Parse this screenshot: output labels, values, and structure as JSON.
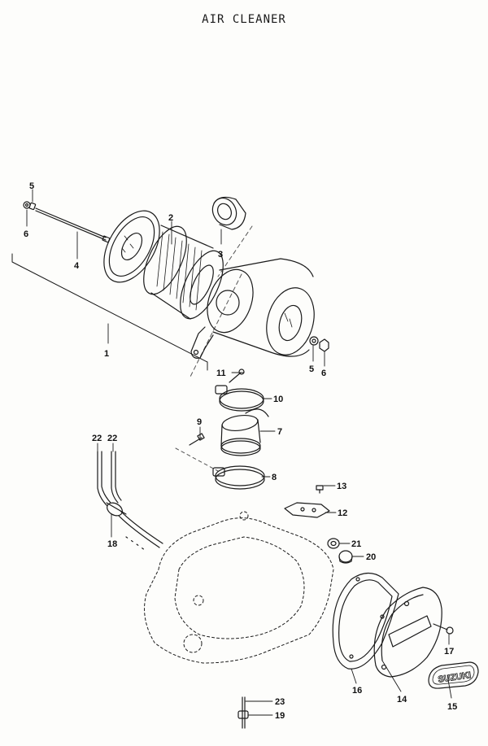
{
  "title": "AIR CLEANER",
  "colors": {
    "line": "#1a1a1a",
    "dash": "#555555",
    "paper": "#fdfdfb"
  },
  "parts": [
    {
      "id": "p1",
      "label": "1"
    },
    {
      "id": "p2",
      "label": "2"
    },
    {
      "id": "p3",
      "label": "3"
    },
    {
      "id": "p4",
      "label": "4"
    },
    {
      "id": "p5a",
      "label": "5"
    },
    {
      "id": "p5b",
      "label": "5"
    },
    {
      "id": "p6a",
      "label": "6"
    },
    {
      "id": "p6b",
      "label": "6"
    },
    {
      "id": "p7",
      "label": "7"
    },
    {
      "id": "p8",
      "label": "8"
    },
    {
      "id": "p9",
      "label": "9"
    },
    {
      "id": "p10",
      "label": "10"
    },
    {
      "id": "p11",
      "label": "11"
    },
    {
      "id": "p12",
      "label": "12"
    },
    {
      "id": "p13",
      "label": "13"
    },
    {
      "id": "p14",
      "label": "14"
    },
    {
      "id": "p15",
      "label": "15"
    },
    {
      "id": "p16",
      "label": "16"
    },
    {
      "id": "p17",
      "label": "17"
    },
    {
      "id": "p18",
      "label": "18"
    },
    {
      "id": "p19",
      "label": "19"
    },
    {
      "id": "p20",
      "label": "20"
    },
    {
      "id": "p21",
      "label": "21"
    },
    {
      "id": "p22a",
      "label": "22"
    },
    {
      "id": "p22b",
      "label": "22"
    },
    {
      "id": "p23",
      "label": "23"
    }
  ],
  "emblem_text": "SUZUKI"
}
